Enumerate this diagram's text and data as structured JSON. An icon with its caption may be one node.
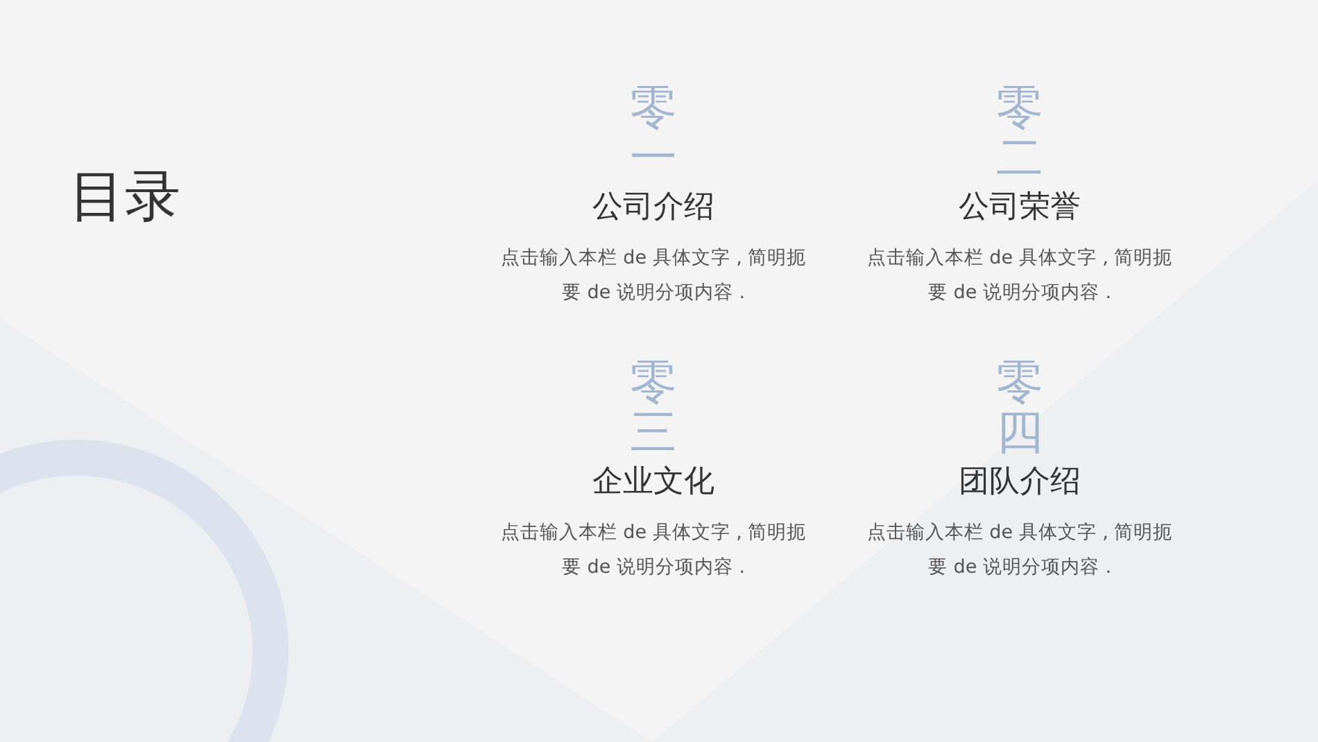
{
  "diagram": {
    "title": "目录",
    "labels": [
      "零一",
      "公司介绍",
      "点击输入本栏 de 具体文字 , 简明扼要 de 说明分项内容 .",
      "零二",
      "公司荣誉",
      "点击输入本栏 de 具体文字 , 简明扼要 de 说明分项内容 .",
      "零三",
      "企业文化",
      "点击输入本栏 de 具体文字 , 简明扼要 de 说明分项内容 .",
      "零四",
      "团队介绍",
      "点击输入本栏 de 具体文字 , 简明扼要 de 说明分项内容 ."
    ]
  }
}
